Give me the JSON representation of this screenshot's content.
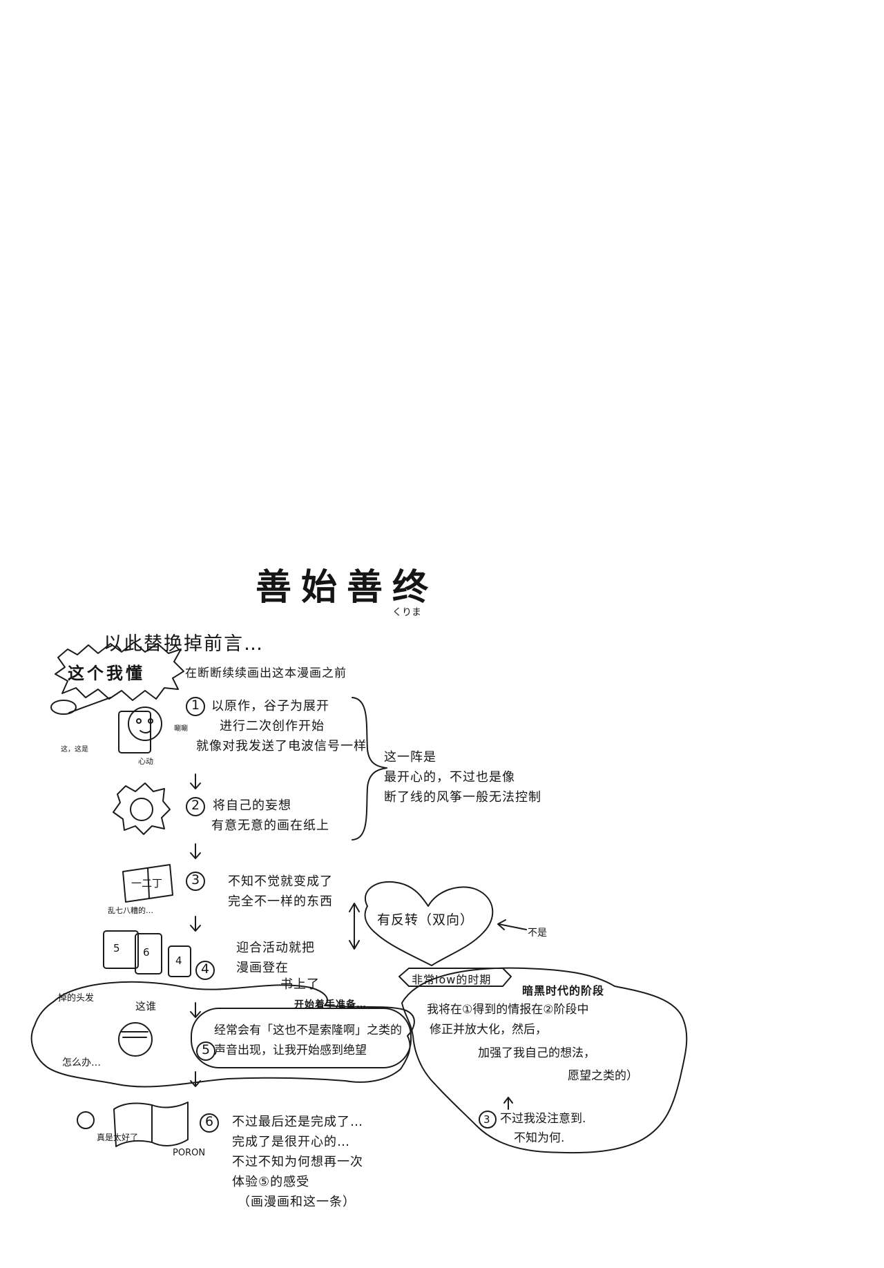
{
  "title": "善始善终",
  "author": "くりま",
  "intro": "以此替换掉前言…",
  "badge": "这个我懂",
  "before": "在断断续续画出这本漫画之前",
  "steps": [
    {
      "num": "1",
      "lines": [
        "以原作，谷子为展开",
        "进行二次创作开始",
        "就像对我发送了电波信号一样"
      ]
    },
    {
      "num": "2",
      "lines": [
        "将自己的妄想",
        "有意无意的画在纸上"
      ]
    },
    {
      "num": "3",
      "lines": [
        "不知不觉就变成了",
        "完全不一样的东西"
      ]
    },
    {
      "num": "4",
      "lines": [
        "迎合活动就把",
        "漫画登在",
        "书上了"
      ]
    },
    {
      "num": "5",
      "lines": [
        "经常会有「这也不是索隆啊」之类的",
        "声音出现，让我开始感到绝望"
      ]
    },
    {
      "num": "6",
      "lines": [
        "不过最后还是完成了…",
        "完成了是很开心的…",
        "不过不知为何想再一次",
        "体验⑤的感受",
        "（画漫画和这一条）"
      ]
    }
  ],
  "bracket_note": [
    "这一阵是",
    "最开心的，不过也是像",
    "断了线的风筝一般无法控制"
  ],
  "heart_label": "有反转（双向）",
  "not_label": "不是",
  "low_label": "非常low的时期",
  "dark_label": "暗黑时代的阶段",
  "start_prep": "开始着手准备…",
  "dark_note": [
    "我将在①得到的情报在②阶段中",
    "修正并放大化，然后，",
    "加强了我自己的想法，",
    "愿望之类的）"
  ],
  "dark_step3": [
    "不过我没注意到.",
    "不知为何."
  ],
  "dark_num": "3",
  "doodles": {
    "heart_beat": "心动",
    "this_is": "这，这是",
    "messy": "乱七八糟的…",
    "hair": "掉的头发",
    "who": "这谁",
    "what_to_do": "怎么办…",
    "so_good": "真是太好了",
    "poron": "PORON",
    "rustle": "唰唰"
  },
  "books": [
    "5",
    "6",
    "4"
  ],
  "paper_text": "一二丁"
}
